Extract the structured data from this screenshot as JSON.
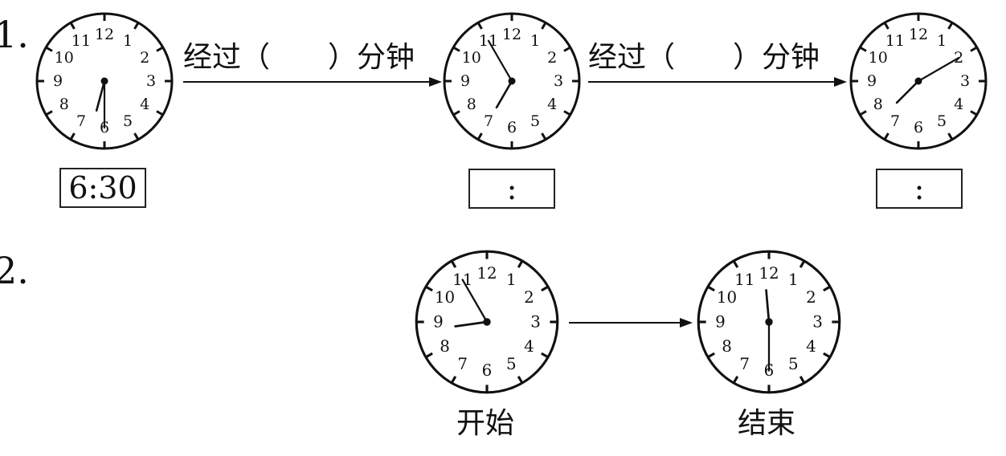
{
  "questions": {
    "q1": {
      "number": "1."
    },
    "q2": {
      "number": "2."
    }
  },
  "clock_numerals": [
    "12",
    "1",
    "2",
    "3",
    "4",
    "5",
    "6",
    "7",
    "8",
    "9",
    "10",
    "11"
  ],
  "row1": {
    "gap_label": "经过（　　）分钟",
    "clocks": [
      {
        "hour_hand_degrees": 195,
        "minute_hand_degrees": 180,
        "time_box": "6:30"
      },
      {
        "hour_hand_degrees": 210,
        "minute_hand_degrees": 330,
        "time_box": ":"
      },
      {
        "hour_hand_degrees": 225,
        "minute_hand_degrees": 60,
        "time_box": ":"
      }
    ]
  },
  "row2": {
    "clocks": [
      {
        "hour_hand_degrees": 262,
        "minute_hand_degrees": 330,
        "caption": "开始"
      },
      {
        "hour_hand_degrees": 355,
        "minute_hand_degrees": 180,
        "caption": "结束"
      }
    ]
  }
}
